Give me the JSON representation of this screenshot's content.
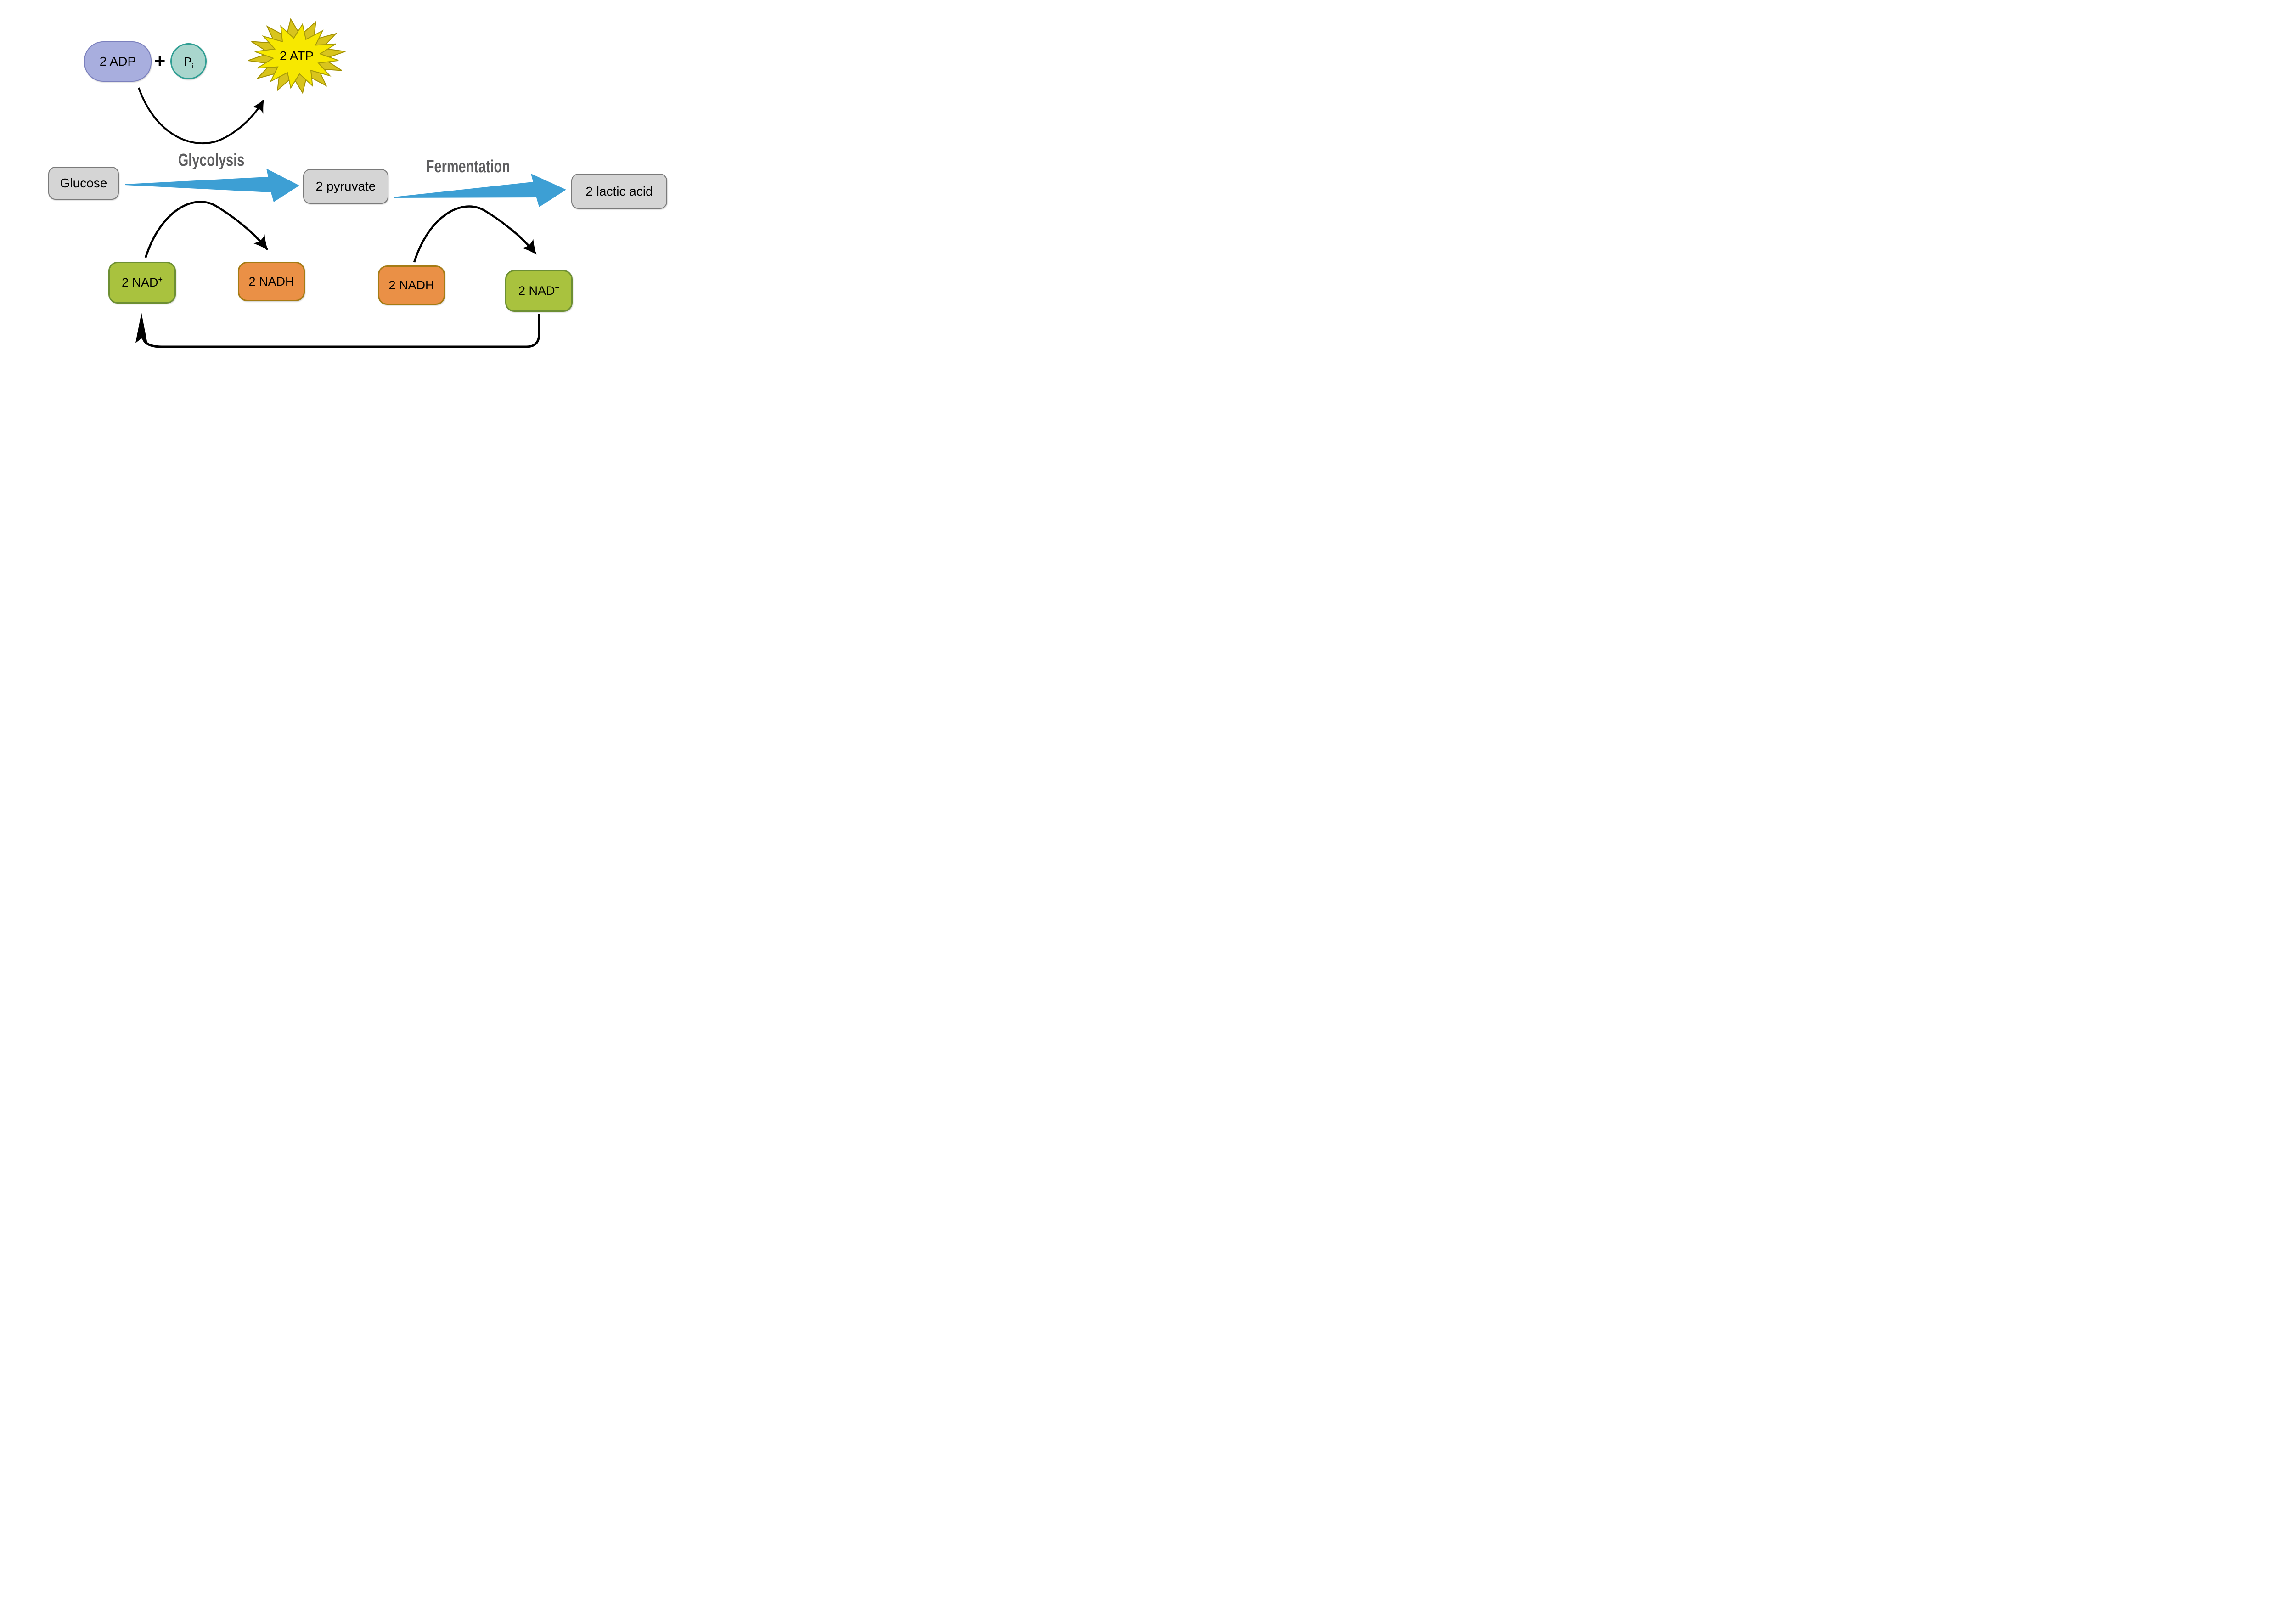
{
  "diagram": {
    "stage1_label": "Glycolysis",
    "stage2_label": "Fermentation",
    "nodes": {
      "adp": {
        "label": "2 ADP"
      },
      "plus": "+",
      "pi": {
        "base": "P",
        "sub": "i"
      },
      "atp": {
        "label": "2 ATP"
      },
      "glucose": {
        "label": "Glucose"
      },
      "pyruvate": {
        "label": "2 pyruvate"
      },
      "lactic": {
        "label": "2 lactic acid"
      },
      "nad_left": {
        "base": "2 NAD",
        "sup": "+"
      },
      "nadh_left": {
        "label": "2 NADH"
      },
      "nadh_right": {
        "label": "2 NADH"
      },
      "nad_right": {
        "base": "2 NAD",
        "sup": "+"
      }
    },
    "colors": {
      "purple_fill": "#a8aede",
      "purple_border": "#7b80bd",
      "teal_fill": "#a9d6cd",
      "teal_border": "#2f9e93",
      "star_outer_fill": "#d8c41d",
      "star_outer_stroke": "#a39104",
      "star_inner_fill": "#f7e800",
      "star_inner_stroke": "#a79b07",
      "gray_fill": "#d5d5d5",
      "gray_border": "#7a7a7a",
      "green_fill": "#a9c23e",
      "green_border": "#6d8f33",
      "orange_fill": "#ea9046",
      "orange_border": "#a57b14",
      "blue_arrow": "#3d9fd4",
      "heading_text": "#5d5d5f",
      "arrow_black": "#000000"
    }
  }
}
